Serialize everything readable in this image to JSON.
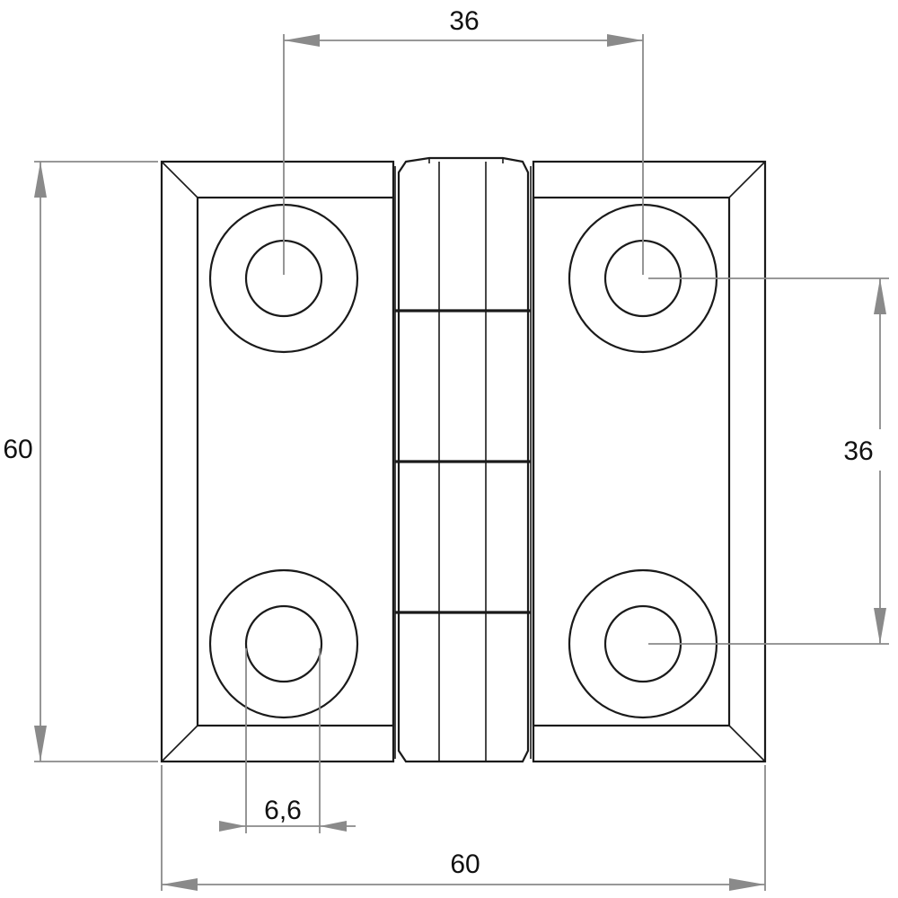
{
  "dimensions": {
    "top_hole_spacing": "36",
    "right_hole_spacing": "36",
    "overall_height": "60",
    "overall_width": "60",
    "hole_diameter": "6,6"
  },
  "colors": {
    "outline": "#1a1a1a",
    "dimension_line": "#8a8a8a",
    "text": "#111111"
  }
}
